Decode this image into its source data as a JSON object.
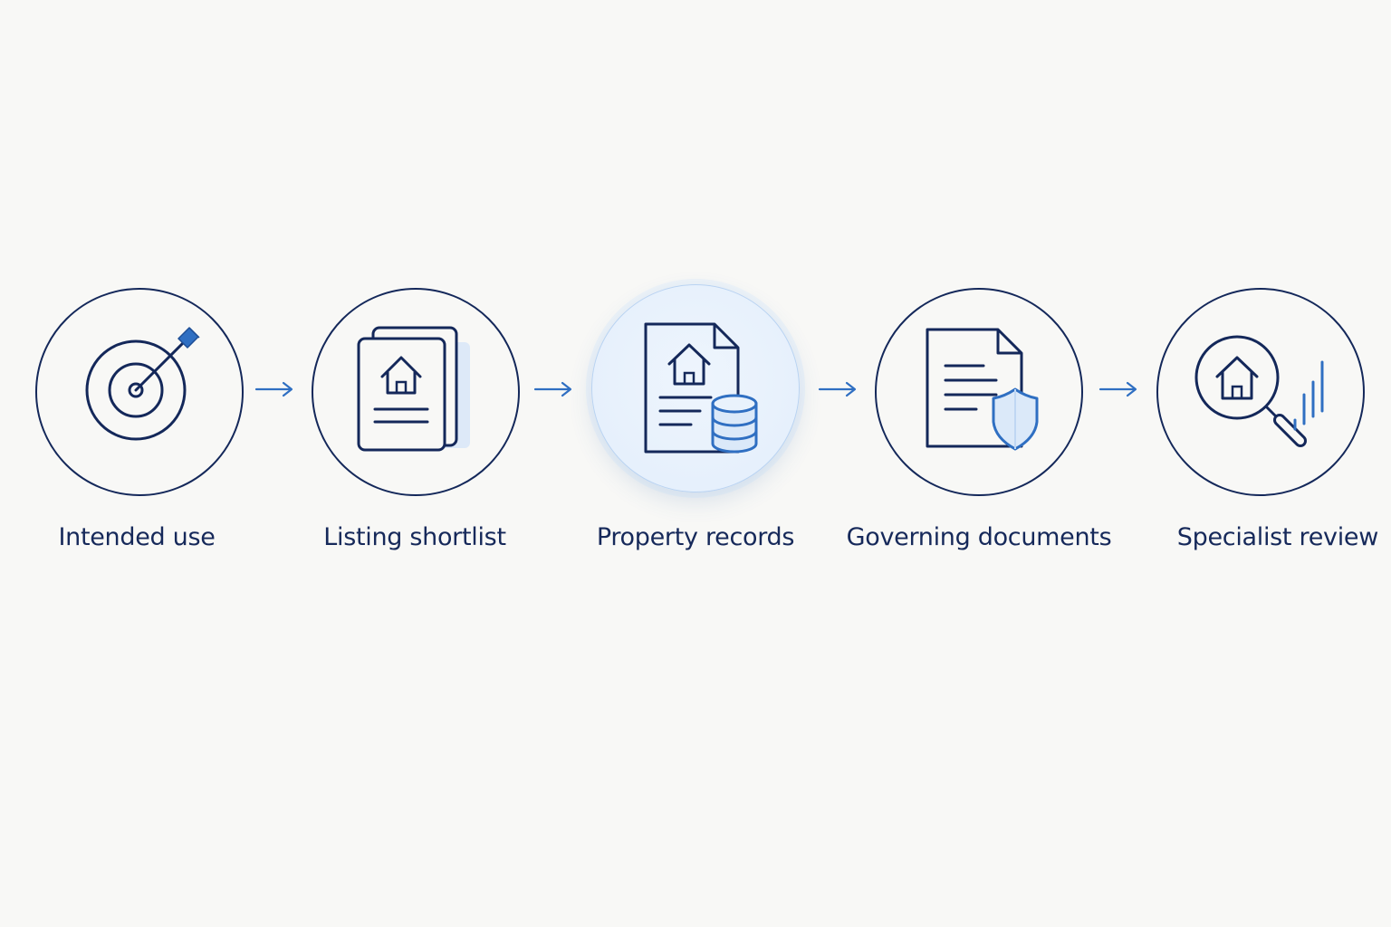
{
  "colors": {
    "background": "#f8f8f6",
    "outline": "#14285a",
    "accent": "#2f6fc2",
    "accent_fill": "#dbe9f9",
    "active_circle_fill": "#e6f0fc"
  },
  "steps": [
    {
      "label": "Intended use",
      "icon": "target-arrow-icon",
      "active": false
    },
    {
      "label": "Listing shortlist",
      "icon": "stacked-listings-icon",
      "active": false
    },
    {
      "label": "Property records",
      "icon": "document-database-icon",
      "active": true
    },
    {
      "label": "Governing documents",
      "icon": "document-shield-icon",
      "active": false
    },
    {
      "label": "Specialist review",
      "icon": "house-magnifier-icon",
      "active": false
    }
  ],
  "connectors": [
    {
      "icon": "arrow-right-icon"
    },
    {
      "icon": "arrow-right-icon"
    },
    {
      "icon": "arrow-right-icon"
    },
    {
      "icon": "arrow-right-icon"
    }
  ]
}
